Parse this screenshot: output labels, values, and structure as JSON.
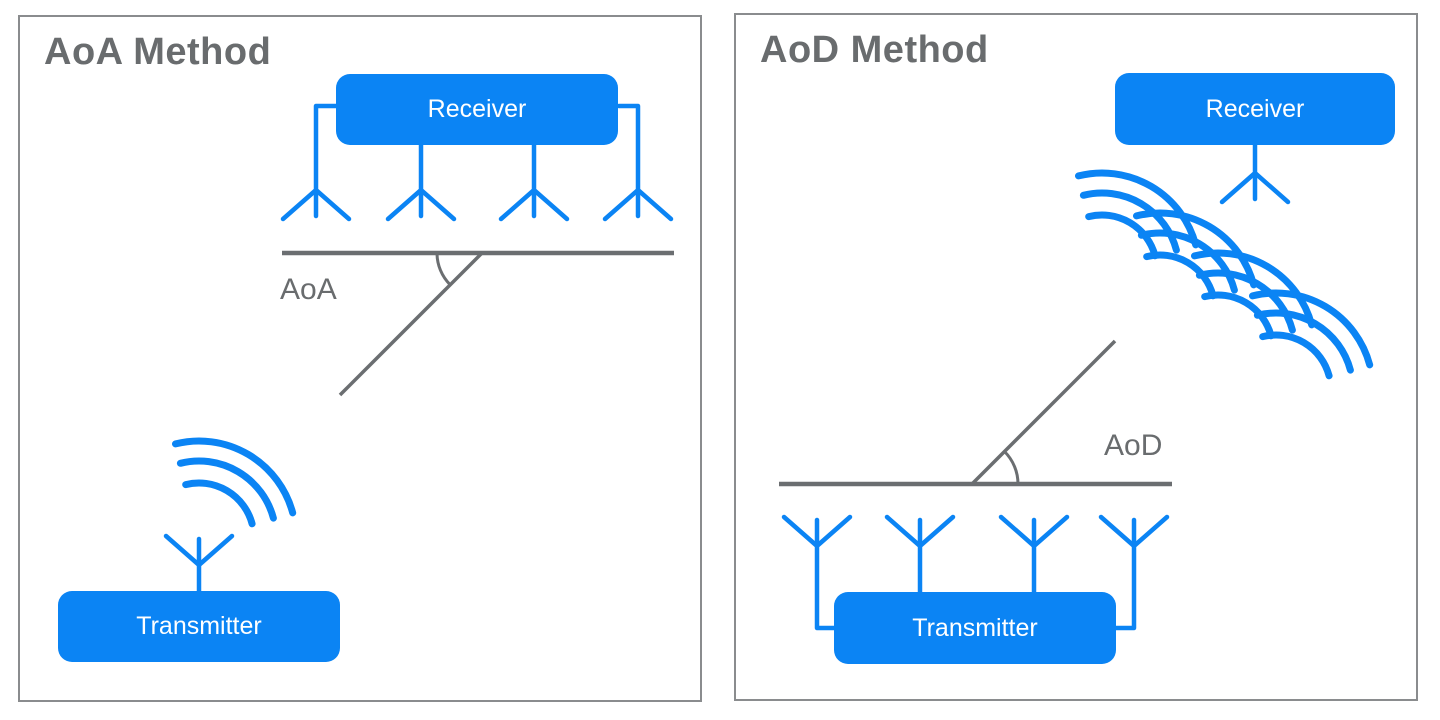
{
  "colors": {
    "accent_blue": "#0b84f4",
    "line_gray": "#6b6e71",
    "text_gray": "#696c6e",
    "panel_border": "#8a8c8e",
    "label_white": "#ffffff",
    "background": "#ffffff"
  },
  "panels": [
    {
      "title": "AoA Method",
      "angle_label": "AoA",
      "receiver": {
        "label": "Receiver",
        "antenna_count": 4
      },
      "transmitter": {
        "label": "Transmitter",
        "antenna_count": 1
      },
      "icons": [
        "antenna-icon",
        "radio-waves-icon",
        "angle-arc"
      ]
    },
    {
      "title": "AoD Method",
      "angle_label": "AoD",
      "receiver": {
        "label": "Receiver",
        "antenna_count": 1
      },
      "transmitter": {
        "label": "Transmitter",
        "antenna_count": 4
      },
      "icons": [
        "antenna-icon",
        "radio-waves-icon",
        "angle-arc"
      ]
    }
  ]
}
